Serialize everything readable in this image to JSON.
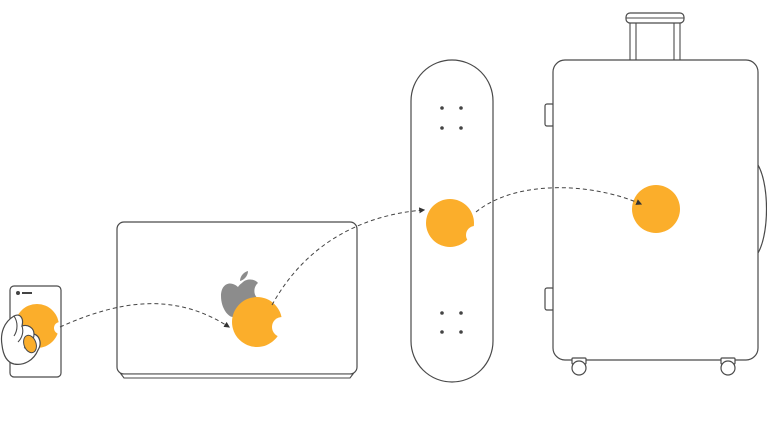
{
  "scene": {
    "items": [
      {
        "object": "phone"
      },
      {
        "object": "laptop",
        "logo": "apple-logo-icon"
      },
      {
        "object": "skateboard"
      },
      {
        "object": "suitcase"
      }
    ],
    "sticker": {
      "name": "bitten-circle-sticker",
      "color": "#FBAE2B"
    },
    "outline_color": "#4a4a4a",
    "logo_color": "#8c8c8c",
    "path_style": "dashed-arrow"
  }
}
